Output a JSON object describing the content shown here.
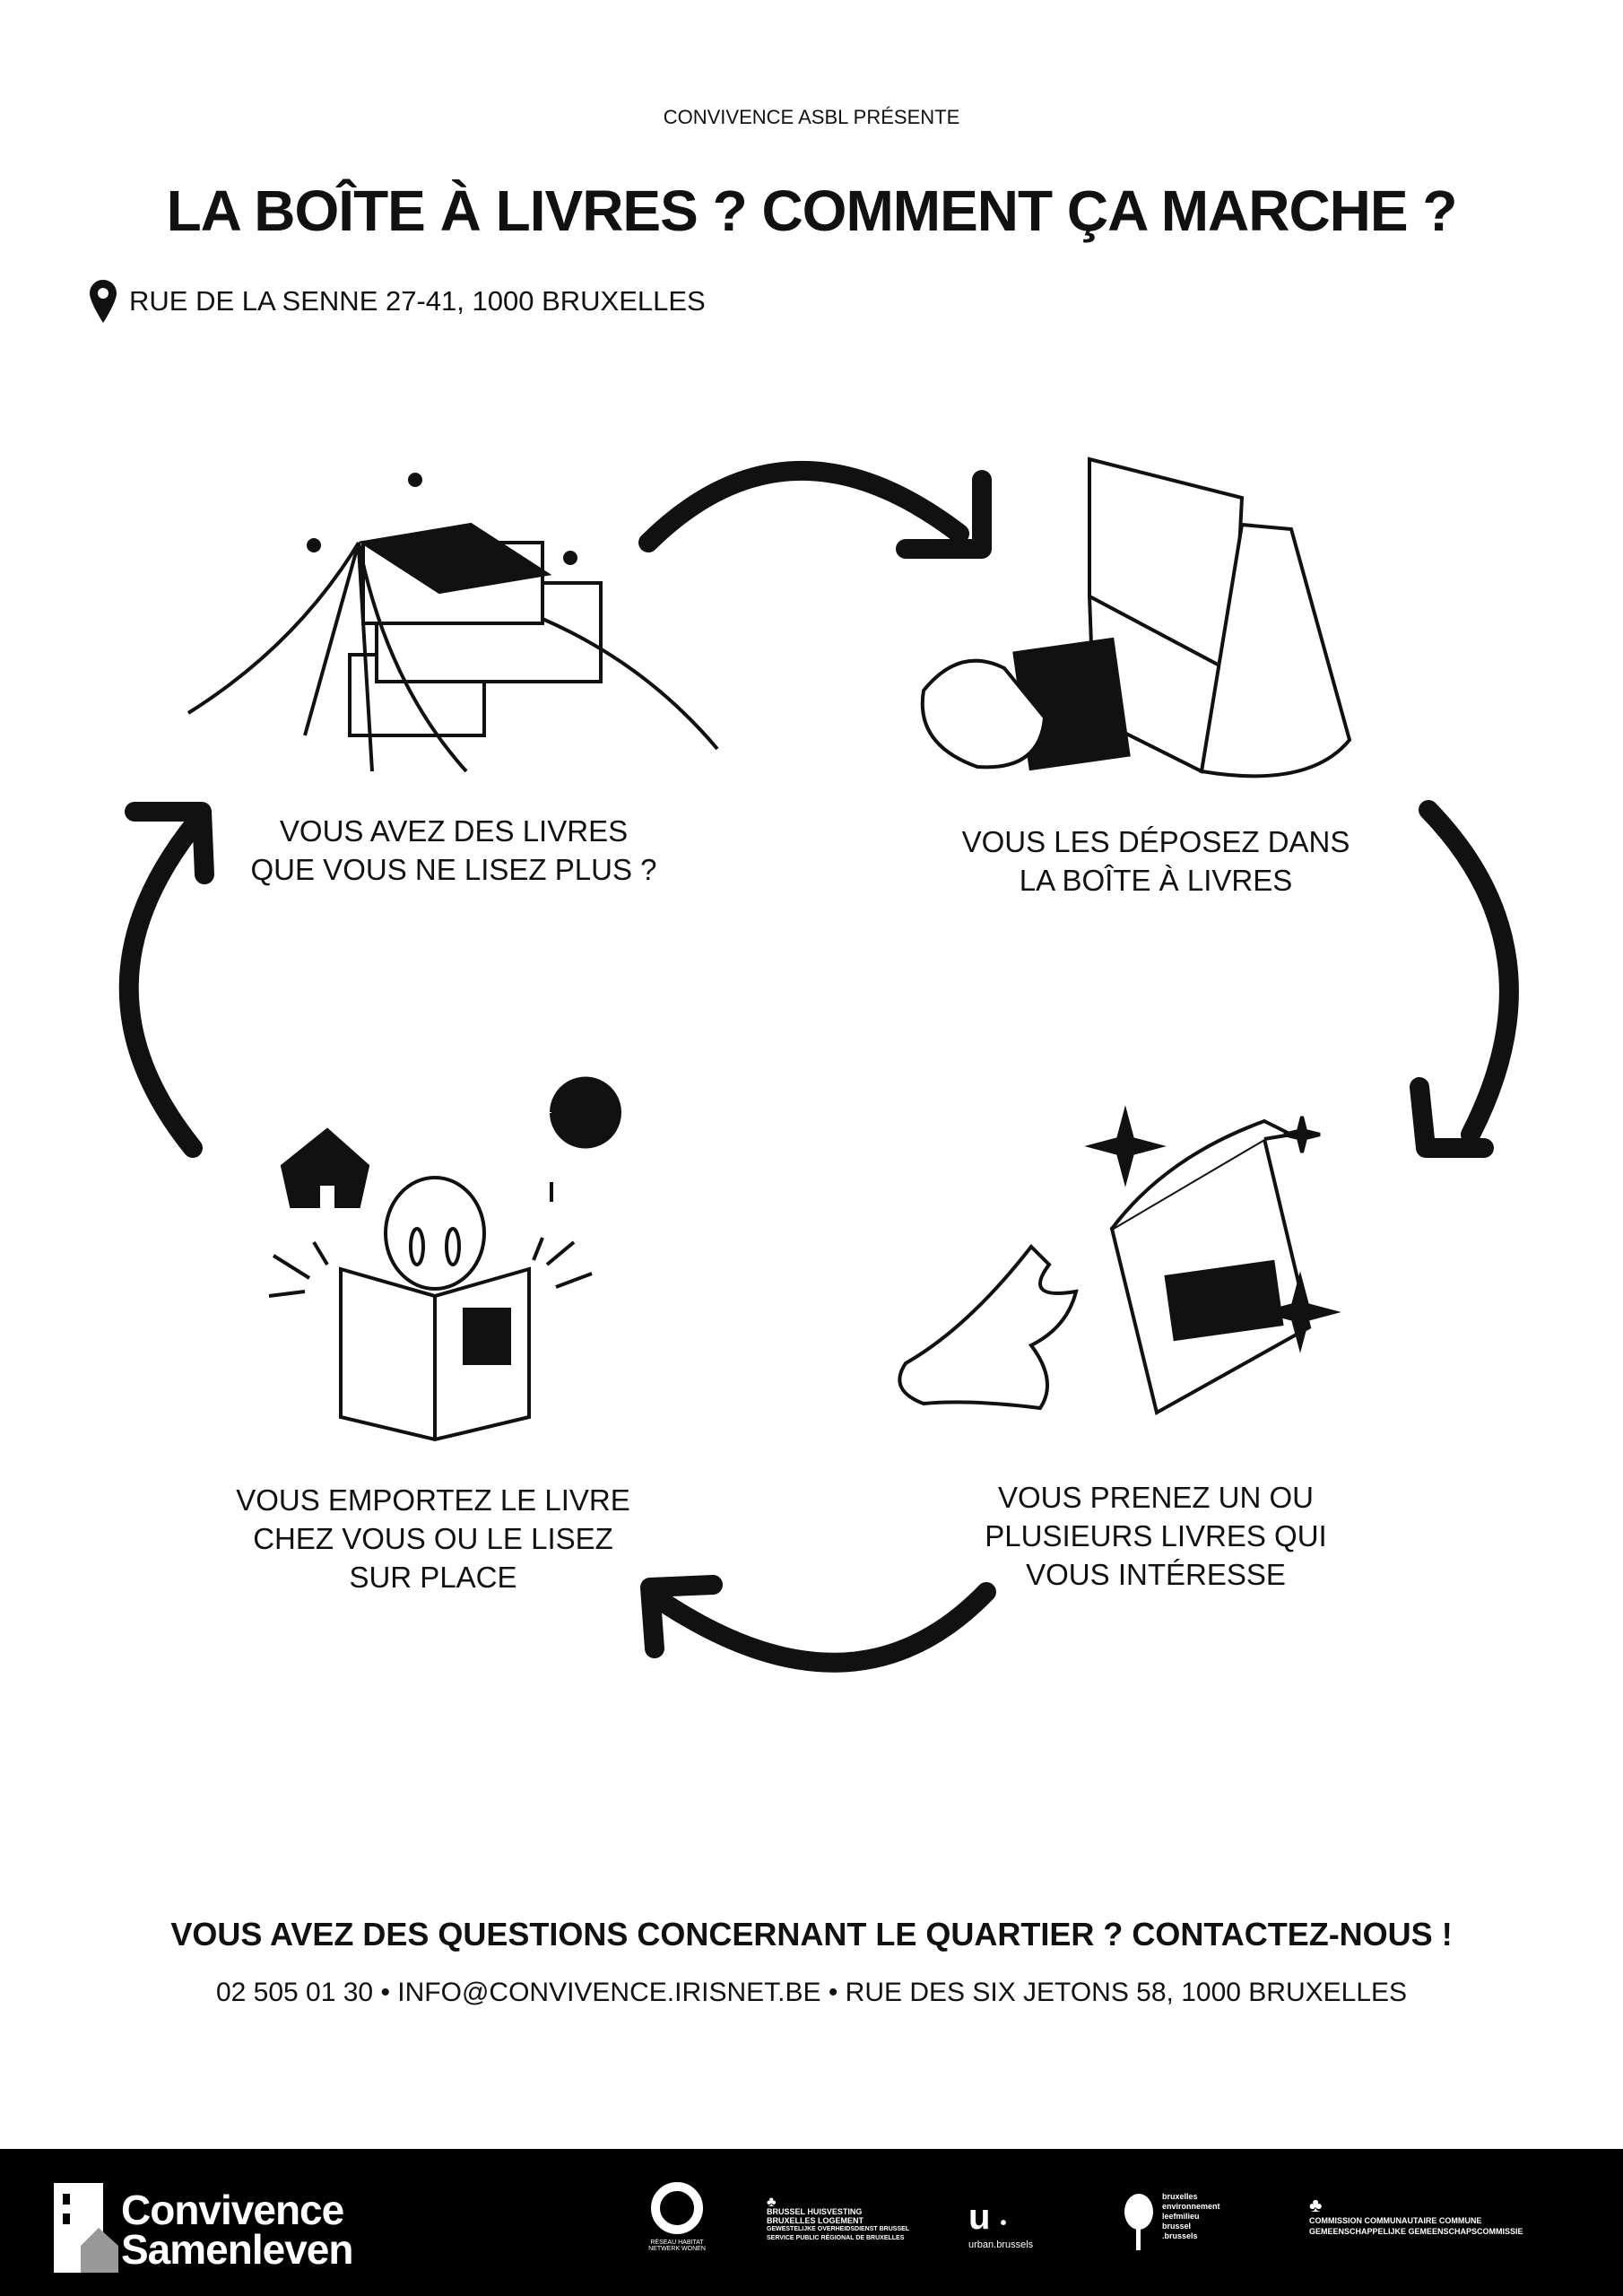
{
  "header": {
    "presents": "CONVIVENCE ASBL PRÉSENTE",
    "title": "LA BOÎTE À LIVRES ? COMMENT ÇA MARCHE ?",
    "address": "RUE DE LA SENNE 27-41, 1000 BRUXELLES",
    "address_icon": "map-pin-icon"
  },
  "steps": [
    {
      "lines": [
        "VOUS AVEZ DES LIVRES",
        "QUE VOUS NE LISEZ PLUS ?"
      ]
    },
    {
      "lines": [
        "VOUS LES DÉPOSEZ DANS",
        "LA BOÎTE À LIVRES"
      ]
    },
    {
      "lines": [
        "VOUS PRENEZ UN OU",
        "PLUSIEURS LIVRES QUI",
        "VOUS INTÉRESSE"
      ]
    },
    {
      "lines": [
        "VOUS EMPORTEZ LE LIVRE",
        "CHEZ VOUS OU LE LISEZ",
        "SUR PLACE"
      ]
    }
  ],
  "contact": {
    "heading": "VOUS AVEZ DES QUESTIONS CONCERNANT LE QUARTIER ? CONTACTEZ-NOUS !",
    "line": "02 505 01 30 • INFO@CONVIVENCE.IRISNET.BE • RUE DES SIX JETONS 58, 1000 BRUXELLES"
  },
  "footer": {
    "brand_line1": "Convivence",
    "brand_line2": "Samenleven",
    "logos": {
      "rhnw_1": "RÉSEAU HABITAT",
      "rhnw_2": "NETWERK WONEN",
      "bhbl_1": "BRUSSEL HUISVESTING",
      "bhbl_2": "BRUXELLES LOGEMENT",
      "bhbl_3": "GEWESTELIJKE OVERHEIDSDIENST BRUSSEL",
      "bhbl_4": "SERVICE PUBLIC RÉGIONAL DE BRUXELLES",
      "urban": "urban.brussels",
      "env_1": "bruxelles",
      "env_2": "environnement",
      "env_3": "leefmilieu",
      "env_4": "brussel",
      "env_5": ".brussels",
      "cocom_1": "COMMISSION COMMUNAUTAIRE COMMUNE",
      "cocom_2": "GEMEENSCHAPPELIJKE GEMEENSCHAPSCOMMISSIE"
    }
  }
}
